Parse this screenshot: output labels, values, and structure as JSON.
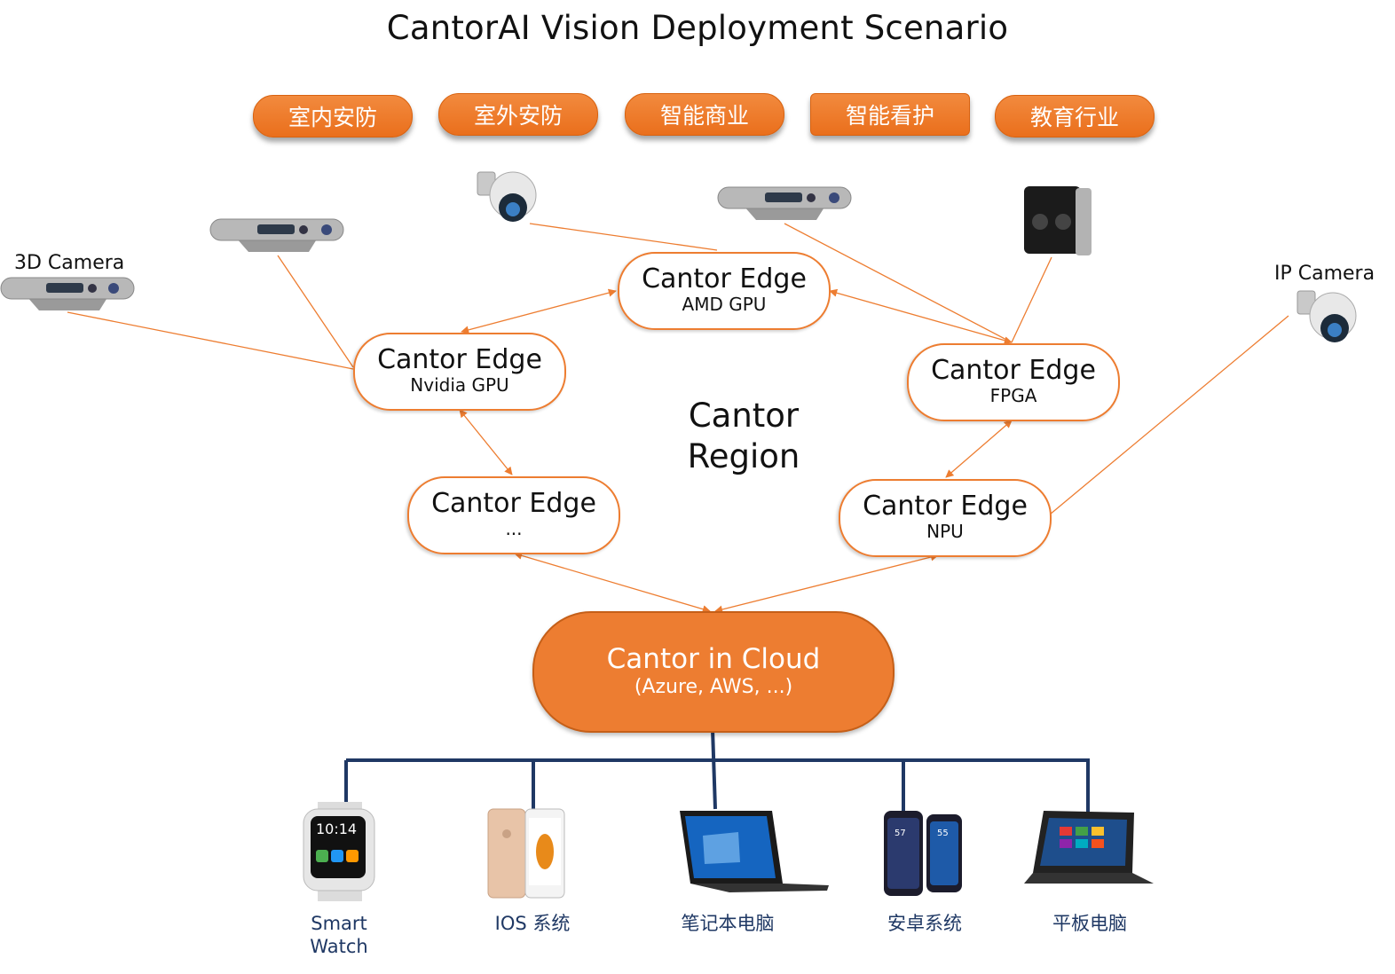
{
  "title": "CantorAI Vision Deployment Scenario",
  "scenarios": [
    "室内安防",
    "室外安防",
    "智能商业",
    "智能看护",
    "教育行业"
  ],
  "camera_labels": {
    "camera_3d": "3D Camera",
    "ip_camera": "IP Camera"
  },
  "region_label": {
    "line1": "Cantor",
    "line2": "Region"
  },
  "edge_nodes": {
    "amd": {
      "name": "Cantor Edge",
      "sub": "AMD GPU"
    },
    "nvidia": {
      "name": "Cantor Edge",
      "sub": "Nvidia GPU"
    },
    "fpga": {
      "name": "Cantor Edge",
      "sub": "FPGA"
    },
    "other": {
      "name": "Cantor Edge",
      "sub": "..."
    },
    "npu": {
      "name": "Cantor Edge",
      "sub": "NPU"
    }
  },
  "cloud": {
    "name": "Cantor in Cloud",
    "sub": "(Azure, AWS, ...)"
  },
  "devices": [
    {
      "label": "Smart Watch",
      "icon": "smartwatch-icon"
    },
    {
      "label": "IOS 系统",
      "icon": "iphone-icon"
    },
    {
      "label": "笔记本电脑",
      "icon": "laptop-icon"
    },
    {
      "label": "安卓系统",
      "icon": "android-phones-icon"
    },
    {
      "label": "平板电脑",
      "icon": "tablet-icon"
    }
  ],
  "colors": {
    "accent": "#ED7D31",
    "connector": "#1F3864",
    "device_label": "#1F3864"
  }
}
